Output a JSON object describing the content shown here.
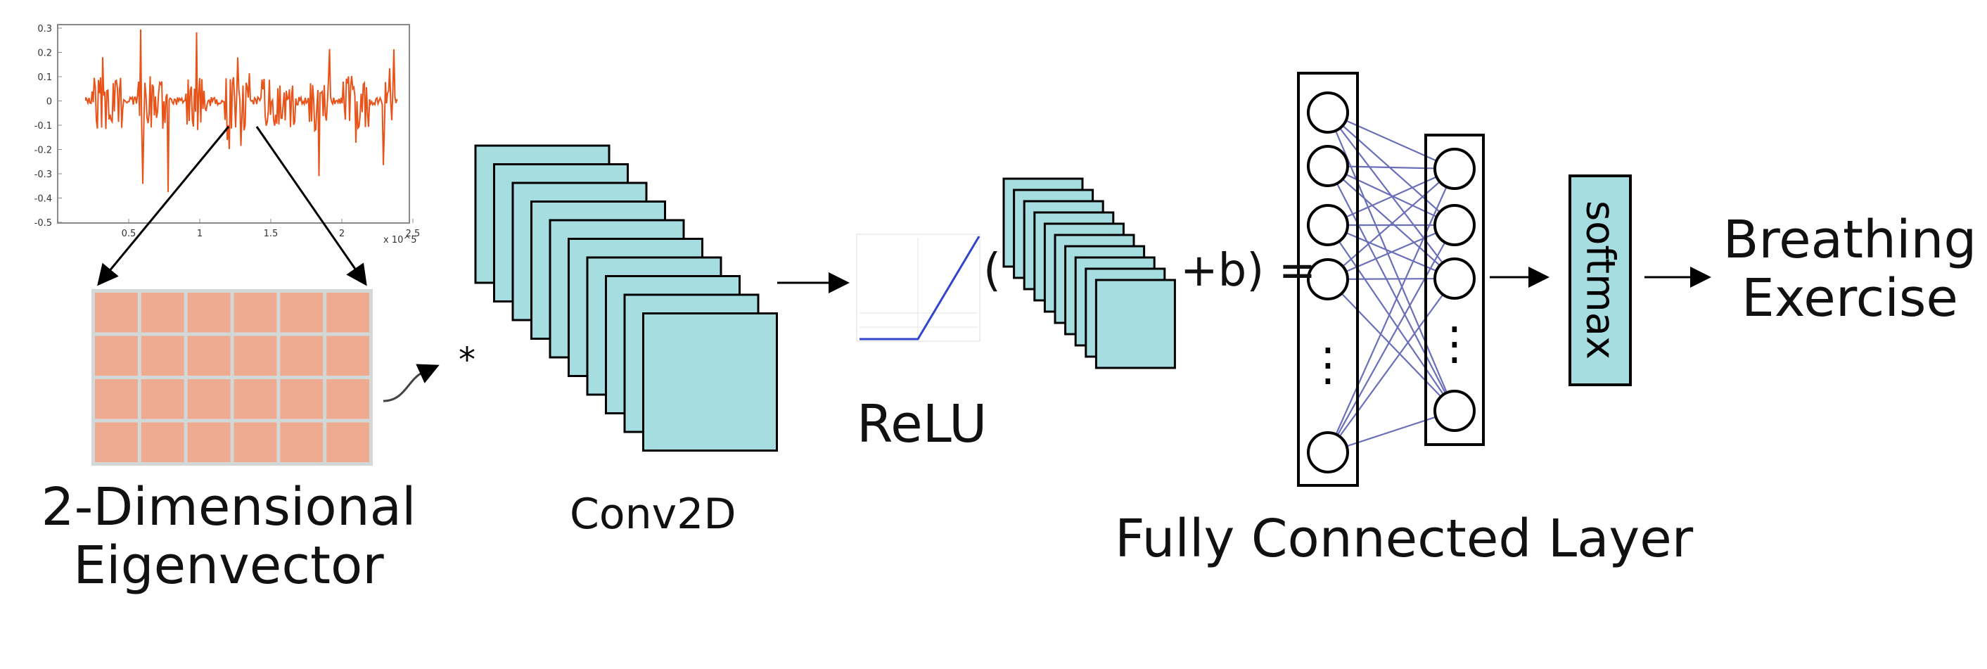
{
  "signal_plot": {
    "y_ticks": [
      "0.3",
      "0.2",
      "0.1",
      "0",
      "-0.1",
      "-0.2",
      "-0.3",
      "-0.4",
      "-0.5"
    ],
    "x_ticks": [
      "0.5",
      "1",
      "1.5",
      "2",
      "2.5"
    ],
    "x_exponent": "x 10^5",
    "signal_color": "#e8531a"
  },
  "eigenvector": {
    "label_line1": "2-Dimensional",
    "label_line2": "Eigenvector",
    "cell_color": "#eeab90",
    "grid_color": "#d2d8d8",
    "rows": 4,
    "cols": 6
  },
  "operator_star": "*",
  "conv": {
    "label": "Conv2D",
    "color": "#a6dde0",
    "count": 10
  },
  "relu": {
    "label": "ReLU",
    "line_color": "#3344cc"
  },
  "small_stack": {
    "open_paren": "(",
    "suffix": "+b) =",
    "count": 10
  },
  "fully_connected": {
    "label": "Fully Connected Layer",
    "dots": "⋮",
    "edge_color": "#6a6fb8"
  },
  "softmax": {
    "label": "softmax",
    "color": "#a6dde0"
  },
  "output": {
    "line1": "Breathing",
    "line2": "Exercise"
  }
}
